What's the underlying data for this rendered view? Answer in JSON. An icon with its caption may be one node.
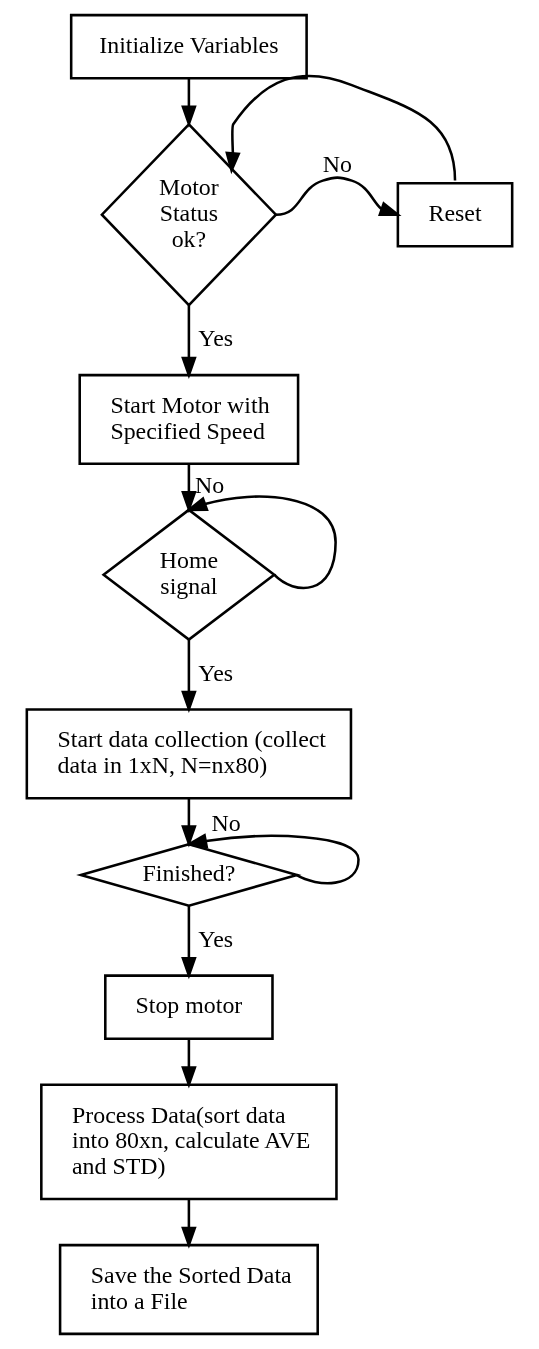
{
  "diagram": {
    "nodes": [
      {
        "text": [
          "Initialize Variables"
        ]
      },
      {
        "text": [
          "Motor Status ok?"
        ]
      },
      {
        "text": [
          "Reset"
        ]
      },
      {
        "text": [
          "Start Motor with Specified Speed"
        ]
      },
      {
        "text": [
          "Home signal"
        ]
      },
      {
        "text": [
          "Start data collection (collect data in 1xN, N=nx80)"
        ]
      },
      {
        "text": [
          "Finished?"
        ]
      },
      {
        "text": [
          "Stop motor"
        ]
      },
      {
        "text": [
          "Process Data(sort data into 80xn, calculate AVE and STD)"
        ]
      },
      {
        "text": [
          "Save the Sorted Data into a File"
        ]
      }
    ],
    "edges": [
      {
        "from": 0,
        "to": 1,
        "arrow": "to"
      },
      {
        "from": 1,
        "to": 2,
        "arrow": "to",
        "label": "No"
      },
      {
        "from": 2,
        "to": 1,
        "arrow": "to"
      },
      {
        "from": 1,
        "to": 3,
        "arrow": "to",
        "label": "Yes"
      },
      {
        "from": 3,
        "to": 4,
        "arrow": "to"
      },
      {
        "from": 4,
        "to": 4,
        "arrow": "to",
        "label": "No"
      },
      {
        "from": 4,
        "to": 5,
        "arrow": "to",
        "label": "Yes"
      },
      {
        "from": 5,
        "to": 6,
        "arrow": "to"
      },
      {
        "from": 6,
        "to": 6,
        "arrow": "to",
        "label": "No"
      },
      {
        "from": 6,
        "to": 7,
        "arrow": "to",
        "label": "Yes"
      },
      {
        "from": 7,
        "to": 8,
        "arrow": "to"
      },
      {
        "from": 8,
        "to": 9,
        "arrow": "to"
      }
    ]
  }
}
